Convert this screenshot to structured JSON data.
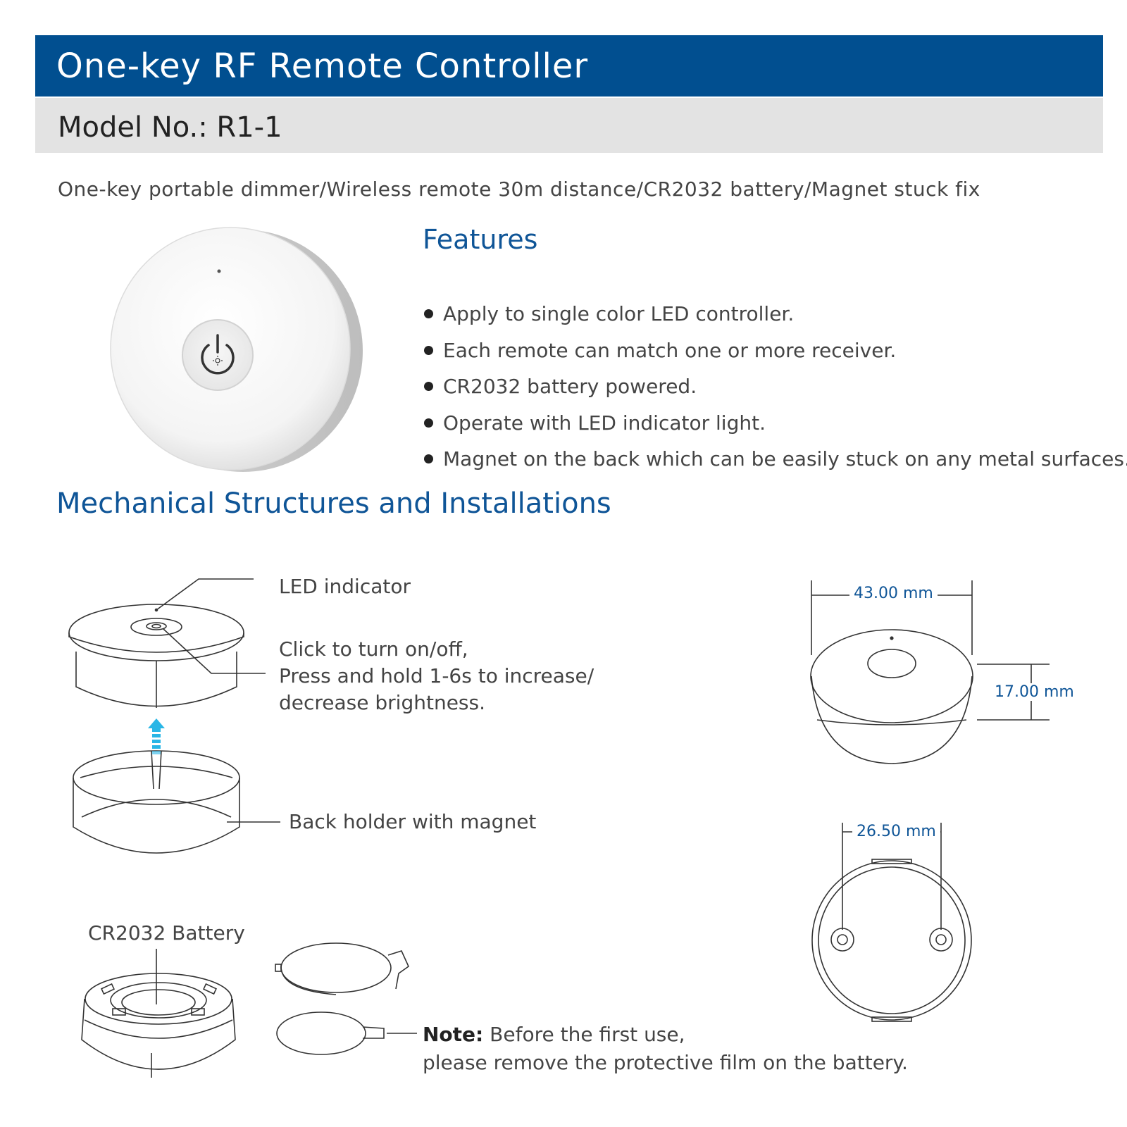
{
  "header": {
    "title": "One-key RF Remote Controller",
    "model": "Model No.: R1-1",
    "subtitle": "One-key portable dimmer/Wireless remote 30m distance/CR2032 battery/Magnet stuck fix"
  },
  "features": {
    "title": "Features",
    "items": [
      "Apply to single color LED controller.",
      "Each remote can match one or more receiver.",
      "CR2032 battery powered.",
      "Operate with LED indicator light.",
      " Magnet on the back which can be easily stuck on any metal surfaces."
    ]
  },
  "mechanical": {
    "title": "Mechanical Structures and Installations",
    "led_label": "LED indicator",
    "button_lines": [
      "Click to turn on/off,",
      "Press and hold 1-6s to increase/",
      "decrease brightness."
    ],
    "holder_label": "Back holder with magnet",
    "battery_label": "CR2032 Battery",
    "note_bold": "Note:",
    "note_line1": " Before the first use,",
    "note_line2": "please remove the protective film on the battery."
  },
  "dimensions": {
    "diameter": "43.00 mm",
    "height": "17.00 mm",
    "hole_spacing": "26.50 mm"
  },
  "colors": {
    "header_blue": "#014f90",
    "heading_blue": "#0f5597",
    "model_gray": "#e3e3e3",
    "arrow_cyan": "#29b6e6"
  }
}
